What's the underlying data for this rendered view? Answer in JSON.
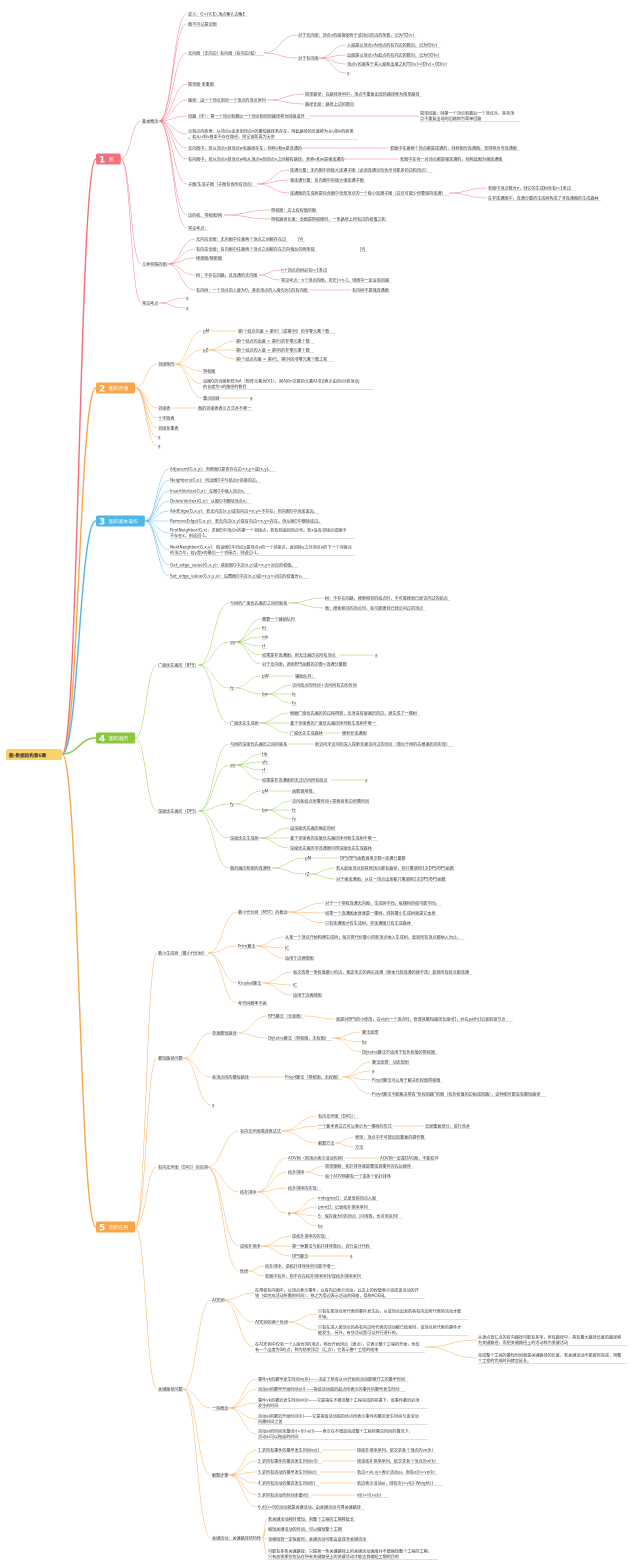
{
  "root": {
    "label": "图-数据结构第6章",
    "color": "#fbd26a"
  },
  "palette": {
    "red": "#f26f7b",
    "orange": "#f7a64a",
    "blue": "#4fb6e8",
    "green": "#8cc63f",
    "ink": "#333333"
  },
  "branches": [
    {
      "num": "1",
      "label": "图",
      "color": "#f26f7b"
    },
    {
      "num": "2",
      "label": "图的存储",
      "color": "#f7a64a"
    },
    {
      "num": "3",
      "label": "图的基本操作",
      "color": "#4fb6e8"
    },
    {
      "num": "4",
      "label": "图的遍历",
      "color": "#8cc63f"
    },
    {
      "num": "5",
      "label": "图的应用",
      "color": "#f7a64a"
    }
  ],
  "nodes": {
    "b1": {
      "basic": "基本概念",
      "special": "几种特殊的图",
      "common": "常见考点",
      "def": "定义：G=(V,E),顶点集V,边集E",
      "nonempty": "图不可以是空图",
      "deg": "无向图（无向边）·有向图（有向边/弧）",
      "deg_u": "对于无向图：顶点v的度指依附于该顶点的边的条数，记为TD(v)",
      "deg_d": "对于有向图",
      "indeg": "入度是以顶点v为终点的有向边的数目，记为ID(v)",
      "outdeg": "出度是以顶点v为起点的有向边的数目，记为OD(v)",
      "tdeg": "顶点v的度等于其入度和出度之和TD(v)=ID(v)+OD(v)",
      "simple": "简单图·多重图",
      "path": "路径：由一个顶点到另一个顶点的顶点序列",
      "simplepath": "简单路径：在路径序列中，顶点不重复出现的路径称为简单路径",
      "pathlen": "路径长度：路径上边的数目",
      "loop": "回路（环）：第一个顶点和最后一个顶点相同的路径称为回路或环",
      "sloop": "简单回路：除第一个顶点和最后一个顶点外，其余顶点不重复出现的回路称为简单回路",
      "dist": "点到点的距离：从顶点u出发到顶点v的最短路径若存在，则此路径的长度称为从u到v的距离。若从u到v根本不存在路径，则记该距离为无穷",
      "conn": "无向图中，若从顶点v到顶点w有路径存在，则称v和w是连通的",
      "conn2": "若图中任意两个顶点都是连通的，则称图为连通图，否则称为非连通图",
      "strong": "有向图中，若从顶点v到顶点w和从顶点w到顶点v之间都有路径，则称v和w是强连通的",
      "strong2": "若图中任何一对顶点都是强连通的，则称此图为强连通图",
      "sub": "子图/生成子图（子图包含所有顶点）",
      "cc": "连通分量：无向图中的极大连通子图（必须连通且包含尽可能多的边和顶点）",
      "scc": "强连通分量：有向图中的极大强连通子图",
      "spt": "连通图的生成树是包含图中全部顶点的一个极小连通子图（边尽可能少但要保持连通）",
      "spt2": "若图中顶点数为n，则它的生成树含有n-1条边",
      "spf": "在非连通图中，连通分量的生成树构成了非连通图的生成森林",
      "wnet": "边的权、带权图/网",
      "wnet1": "带权图：边上有权值的图",
      "wnet2": "带权路径长度：当图是带权图时，一条路径上所有边的权值之和",
      "common_pts": "常见考点：",
      "complete_u": "无向完全图：无向图中任意两个顶点之间都存在边",
      "complete_d": "有向完全图：有向图中任意两个顶点之间都存在方向相反的两条弧",
      "sparse": "稀疏图/稠密图",
      "tree": "树：不存在回路，且连通的无向图",
      "tree1": "n个顶点的树必有n-1条边",
      "tree2": "常见考点：n个顶点的图，若|E|>n-1，则图中一定会有回路",
      "dtree": "有向树：一个顶点的入度为0，其余顶点的入度均为1的有向图",
      "dtree2": "有向树不是强连通图",
      "i": "|V|",
      "j": "|E|",
      "a": "a"
    },
    "b2": {
      "adj": "邻接矩阵",
      "adjlist": "邻接表",
      "orth": "十字链表",
      "mul": "邻接多重表",
      "opt": "图的邻接表表示方式并不唯一",
      "pM": "pM",
      "m1": "第i个结点的度 = 第i行（或第i列）的非零元素个数",
      "pZ": "pZ",
      "z1": "第i个结点的出度 = 第i行的非零元素个数",
      "z2": "第i个结点的入度 = 第i列的非零元素个数",
      "z3": "第i个结点的度 = 第i行、第i列的非零元素个数之和",
      "w": "带权图",
      "pow": "设图G的邻接矩阵为A（矩阵元素为0/1），则A的n次幂的元素A[i][j]表示由顶点i到顶点j的长度为n的路径的数目",
      "cap": "重点回顾",
      "a": "a"
    },
    "b3": {
      "ops": [
        "Adjacent(G,x,y)：判断图G是否存在边<x,y>或(x,y)。",
        "Neighbors(G,x)：列出图G中与结点x邻接的边。",
        "InsertVertex(G,x)：在图G中插入顶点x。",
        "DeleteVertex(G,x)：从图G中删除顶点x。",
        "AddEdge(G,x,y)：若无向边(x,y)或有向边<x,y>不存在，则向图G中添加该边。",
        "RemoveEdge(G,x,y)：若无向边(x,y)或有向边<x,y>存在，则从图G中删除该边。",
        "FirstNeighbor(G,x)：求图G中顶点x的第一个邻接点，若有则返回顶点号。若x没有邻接点或图中不存在x，则返回-1。",
        "NextNeighbor(G,x,y)：假设图G中顶点y是顶点x的一个邻接点，返回除y之外顶点x的下一个邻接点的顶点号，若y是x的最后一个邻接点，则返回-1。",
        "Get_edge_value(G,x,y)：获取图G中边(x,y)或<x,y>对应的权值。",
        "Set_edge_value(G,x,y,v)：设置图G中边(x,y)或<x,y>对应的权值为v。"
      ]
    },
    "b4": {
      "bfs": "广度优先遍历（BFS）",
      "dfs": "深度优先遍历（DFS）",
      "bfs_rel": "与树的广度优先遍历之间的联系",
      "tree_a": "树：不存在回路，搜索相邻的结点时，不可能搜到已经访问过的结点",
      "tree_b": "图：搜索相邻的顶点时，有可能搜到已经访问过的顶点",
      "sq": "sq",
      "q1": "需要一个辅助队列",
      "q2": "fil",
      "q3": "mk",
      "q4": "rf",
      "q5": "如果是非连通图，则无法遍历完所有顶点",
      "q6": "对于无向图，调用BFS函数的次数=连通分量数",
      "fz": "fz",
      "z1": "pW",
      "z1b": "辅助队列：",
      "z2": "bw",
      "z2a": "访问结点的时间+访问所有边的时间",
      "z2b": "le",
      "z2c": "fv",
      "gen": "广度优先生成树",
      "gen1": "根据广度优先遍历的过程得到，无须设有被遍历的边，就生成了一棵树",
      "gen2": "基于邻接表的广度优先遍历序列和生成树不唯一",
      "gen3": "广度优先生成森林",
      "gen3b": "便利非连通图",
      "dfs_rel": "与树的深度优先遍历之间的联系",
      "dfs_rel2": "新访问未访问的深入探索未被访问过的顶点（类似于树的先根遍历的实现）",
      "dq": "sq",
      "d1": "tib",
      "d2": "sfc",
      "d3": "rf",
      "d4": "如果是非连通图则无法访问所有结点",
      "dy": "fy",
      "dy1": "pM",
      "dy1b": "函数调用栈：",
      "dy2": "bw",
      "dy2a": "访问各结点所需时间+探索各条边所需时间",
      "dy2b": "fz",
      "dy2c": "fv",
      "dgen": "深度优先生成树",
      "dgen1": "由深度优先遍历确定的树",
      "dgen2": "基于邻接表的深度优先遍历序列和生成树不唯一",
      "dgen3": "深度优先遍历非连通图可得深度优先生成森林",
      "conn": "图的遍历和图的连通性",
      "c1": "pM",
      "c1b": "DFS/BFS函数调用次数=连通分量数",
      "c2": "rZ",
      "c2a": "若从起始顶点到其他顶点都有路径，则只需调用1次DFS/BFS函数",
      "c2b": "对于强连通图，从任一顶点出发都只需调用1次DFS/BFS函数",
      "a": "a"
    },
    "b5": {
      "mst": "最小生成树（最小代价树）",
      "mst_def": "最小代价树（MST）的概念",
      "mst1": "对于一个带权连通无向图，生成树不同，每棵树的权可能不同。",
      "mst2": "如果一个连通图本身就是一棵树，则其最小生成树就是它本身",
      "mst3": "只有连通图才有生成树，非连通图只有生成森林",
      "prim": "Prim算法",
      "prim1": "从某一个顶点开始构建生成树；每次将代价最小的新顶点纳入生成树，直到所有顶点都纳入为止。",
      "prim2": "IC",
      "prim3": "适用于边稠密图",
      "kru": "Kruskal算法",
      "kru1": "每次选择一条权值最小的边，使这条边的两头连通（原本已经连通的就不选）直到所有结点都连通",
      "kru2": "IC",
      "kru3": "适用于边稀疏图",
      "kru4": "考代码概率不高",
      "sp": "最短路径问题",
      "ss": "单源最短路径",
      "bfs": "BFS算法（无权图）",
      "bfs1": "就是对BFS的小修改，在visit一个顶点时，修改其最短路径长度d[]，并在path[]记录前驱节点",
      "dij": "Dijkstra算法（带权图，无权图）",
      "dij1": "算法思想",
      "dij2": "bs",
      "dij3": "Dijkstra算法不适用于有负权值的带权图",
      "multi": "各顶点间的最短路径",
      "floyd": "Floyd算法（带权图，无权图）",
      "f1": "算法思想：动态规划",
      "f2": "a",
      "f3": "Floyd算法可以用于解决负权值带权图",
      "f4": "Floyd算法不能解决带有\"负权回路\"的图（有负权值的边组成回路），这种图可能没有最短路径",
      "dag": "有向无环图（DAG）的应用",
      "dagdesc": "有向无环图描述表达式",
      "dag1": "有向无环图（DAG）：",
      "dag2": "一个有向图中不存在环，则称为有向无环图",
      "dag3": "一个算术表达式可以表示为一棵树的形式",
      "dag4": "去掉重复部分，进行合并",
      "dag5": "解题方法",
      "dag6": "原则：顶点中不可能出现重复的操作数",
      "dag7": "方法",
      "topo": "拓扑排序",
      "aov": "AOV网（用顶点表示活动的网）",
      "aov1": "AOV网一定是DAG图，不能有环",
      "tp1": "拓扑排序",
      "tp1a": "简单理解：拓扑排序就是要找到事件的先后顺序",
      "tp1b": "每个AOV网都有一个或多个拓扑排序",
      "tp2": "拓扑排序的实现：",
      "tpa": "a",
      "tpa1": "indegree[]：记录当前顶点入度",
      "tpa2": "print[]：记录拓扑排序序列",
      "tpa3": "S：保存度为0的顶点（可用栈，也可用队列）",
      "tpa4": "bs",
      "rtopo": "逆拓扑排序",
      "rt1": "逆拓扑排序的实现：",
      "rt2": "第一种算法与拓扑排序类似，自行设计代码",
      "rt3": "DFS算法",
      "rt4": "a",
      "prop": "性质",
      "prop1": "拓扑排序、逆拓扑排序序列可能不唯一",
      "prop2": "若图中有环，则不存在拓扑排序序列/逆拓扑排序序列",
      "cp": "关键路径问题",
      "aoe": "AOE网",
      "aoe1": "在带权有向图中，以顶点表示事件，以有向边表示活动，以边上的权值表示完成该活动的开销（如完成活动所需的时间），称之为用边表示活动的网络，简称AOE网。",
      "aoe2": "AOE网的两个性质",
      "aoe3": "只有在某顶点所代表的事件发生后，从该顶点出发的各有向边所代表的活动才能开始。",
      "aoe4": "只有在进入某顶点的各有向边所代表的活动都已结束时，该顶点所代表的事件才能发生。另外，有些活动是可以并行进行的。",
      "aoe5": "在AOE网中仅有一个入度为0的顶点，称为开始顶点（源点），它表示整个工程的开始，也仅有一个出度为0的点，称为结束顶点（汇点），它表示整个工程的结束",
      "aoe6": "从源点到汇点的有向路径可能有多条，所有路径中，具有最大路径长度的路径称为关键路径，而把关键路径上的活动称为关键活动",
      "aoe7": "完成整个工程的最短时间就是关键路径的长度，若关键活动不能按时完成，则整个工程的完成时间就会延长。",
      "concept": "一些概念",
      "c1": "事件vk的最早发生时间ve(k)——决定了所有从vk开始的活动能够开工的最早时间",
      "c2": "活动ai的最早开始时间e(i)——指该活动弧的起点所表示的事件的最早发生时间",
      "c3": "事件vk的最迟发生时间vl(k)——它是指在不推迟整个工程完成的前提下，该事件最迟必须发生的时间",
      "c4": "活动ai的最迟开始时间l(i)——它是指该活动弧的终点所表示事件的最迟发生时间与该活动所需时间之差",
      "c5": "活动ai的时间余量d(i)=l(i)-e(i)——表示在不增加完成整个工程所需总时间的情况下，活动ai可以拖延的时间",
      "steps": "解题步骤",
      "s1": "1.求所有事件的最早发生时间ve()",
      "s1b": "按拓扑排序序列，依次求各个顶点的ve(k)",
      "s2": "2.求所有事件的最迟发生时间vl()",
      "s2b": "按逆拓扑排序序列，依次求各个顶点的vl(k)",
      "s3": "3.求所有活动的最早发生时间e()",
      "s3b": "若边<vk,vj>表示活动ai，则有e(i)=ve(k)",
      "s4": "4.求所有活动的最迟发生时间l()",
      "s4b": "若边表示活动ai，则有l(i)=vl(j)-Weight()",
      "s5": "5.求所有活动的时间余量d()",
      "s5b": "d(i)=l(i)-e(i)",
      "s6": "6.d(i)=0的活动就是关键活动，由关键活动可得关键路径",
      "feat": "关键活动、关键路径的特性",
      "fe1": "若关键活动耗时增加，则整个工程的工期将延长",
      "fe2": "缩短关键活动的时间，可以缩短整个工期",
      "fe3": "当缩短到一定程度时，关键活动可能会变成非关键活动",
      "fe4": "可能有多条关键路径，只提高一条关键路径上的关键活动速度并不能缩短整个工程的工期，只有加快那些包括在所有关键路径上的关键活动才能达到缩短工期的目的",
      "a": "a"
    }
  }
}
